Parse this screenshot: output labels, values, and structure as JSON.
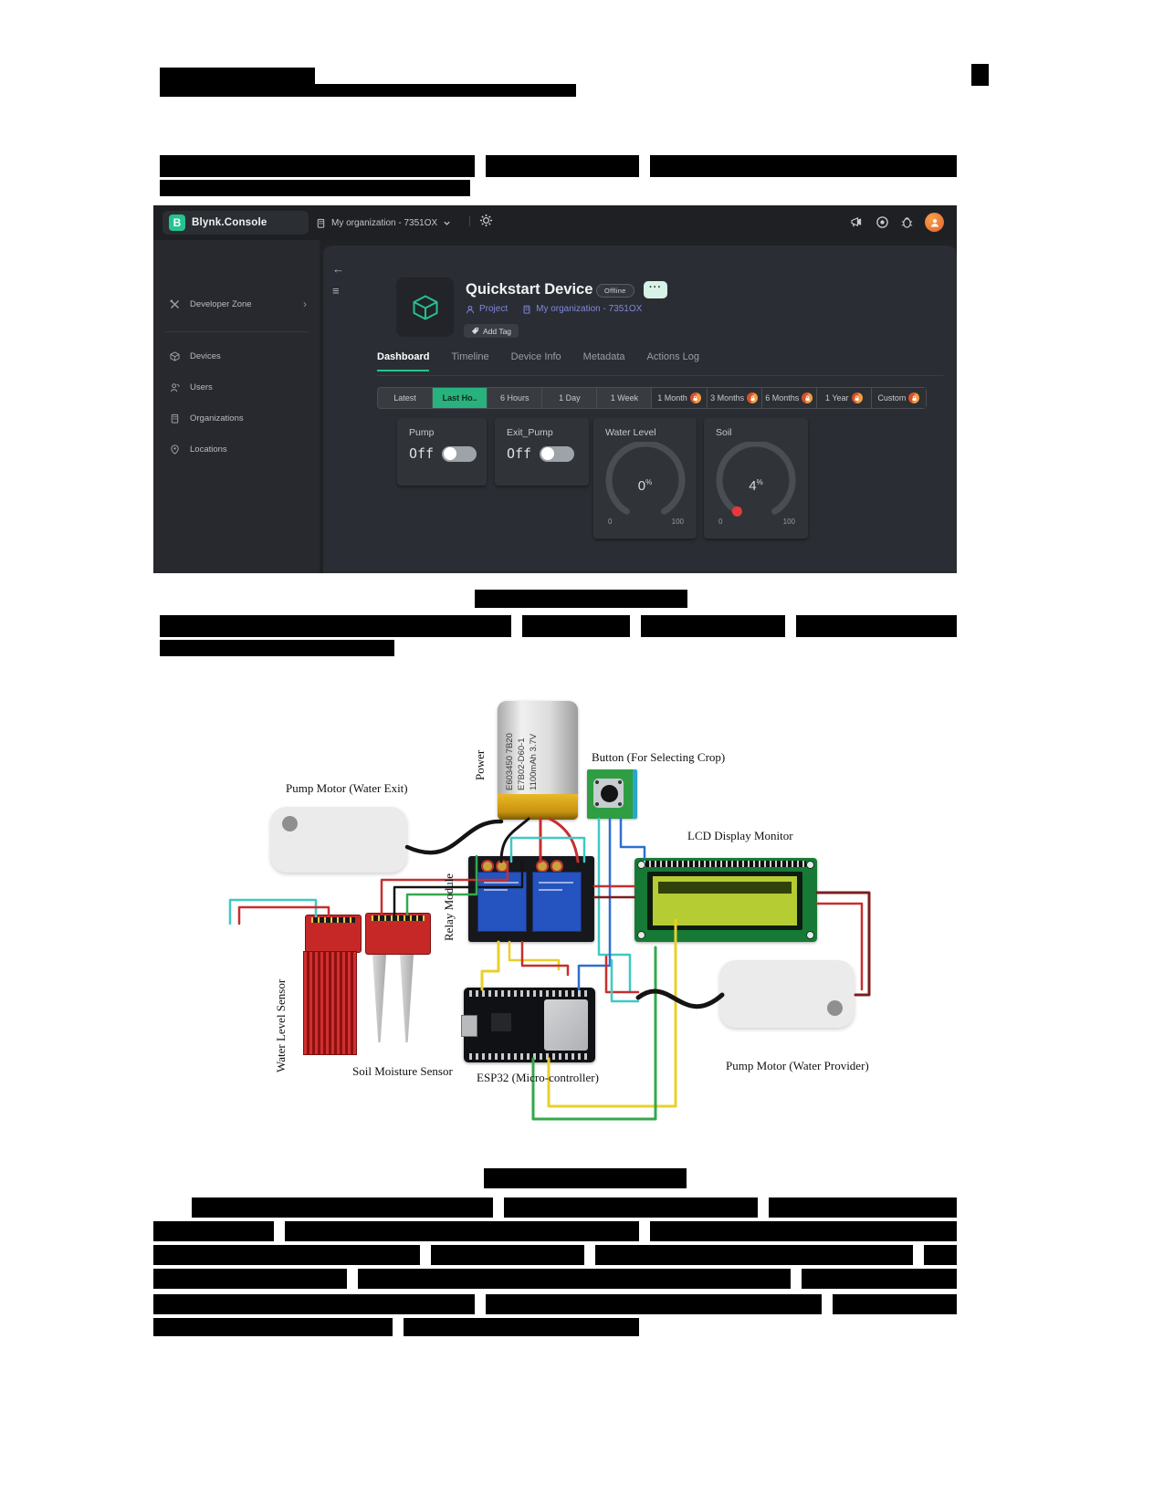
{
  "blynk_console": {
    "brand": {
      "logo_letter": "B",
      "title": "Blynk.Console"
    },
    "topbar": {
      "organization": "My organization - 7351OX",
      "separator": "|"
    },
    "sidebar": {
      "chevron": "›",
      "items": [
        {
          "label": "Developer Zone"
        },
        {
          "label": "Devices"
        },
        {
          "label": "Users"
        },
        {
          "label": "Organizations"
        },
        {
          "label": "Locations"
        }
      ]
    },
    "content": {
      "back_glyph": "←",
      "menu_glyph": "≡"
    },
    "device": {
      "title": "Quickstart Device",
      "status_badge": "Offline",
      "more_label": "···",
      "meta": {
        "project_label": "Project",
        "organization": "My organization - 7351OX"
      },
      "add_tag_label": "Add Tag"
    },
    "tabs": [
      {
        "label": "Dashboard"
      },
      {
        "label": "Timeline"
      },
      {
        "label": "Device Info"
      },
      {
        "label": "Metadata"
      },
      {
        "label": "Actions Log"
      }
    ],
    "time_ranges": [
      {
        "label": "Latest"
      },
      {
        "label": "Last Ho.."
      },
      {
        "label": "6 Hours"
      },
      {
        "label": "1 Day"
      },
      {
        "label": "1 Week"
      },
      {
        "label": "1 Month",
        "locked": true
      },
      {
        "label": "3 Months",
        "locked": true
      },
      {
        "label": "6 Months",
        "locked": true
      },
      {
        "label": "1 Year",
        "locked": true
      },
      {
        "label": "Custom",
        "locked": true
      }
    ],
    "widgets": {
      "pump": {
        "label": "Pump",
        "state": "Off"
      },
      "exit_pump": {
        "label": "Exit_Pump",
        "state": "Off"
      },
      "water_level": {
        "label": "Water Level",
        "value": "0",
        "unit": "%",
        "min": "0",
        "max": "100"
      },
      "soil": {
        "label": "Soil",
        "value": "4",
        "unit": "%",
        "min": "0",
        "max": "100"
      }
    },
    "colors": {
      "accent_green": "#23c48e",
      "selected_range": "#2bb584",
      "lock_badge": "#ef7d32",
      "avatar": "#ed7d31",
      "meta_link": "#8287dd",
      "soil_indicator": "#e6393c"
    }
  },
  "circuit_diagram": {
    "labels": {
      "pump_exit": "Pump Motor (Water Exit)",
      "power": "Power",
      "button": "Button (For Selecting Crop)",
      "lcd": "LCD Display Monitor",
      "relay": "Relay Module",
      "water_level_sensor": "Water Level Sensor",
      "soil_moisture_sensor": "Soil Moisture Sensor",
      "esp32": "ESP32 (Micro-controller)",
      "pump_provider": "Pump Motor (Water Provider)"
    },
    "battery_text": [
      "E603450 7B20",
      "E7B02-D60-1",
      "1100mAh 3.7V"
    ]
  }
}
